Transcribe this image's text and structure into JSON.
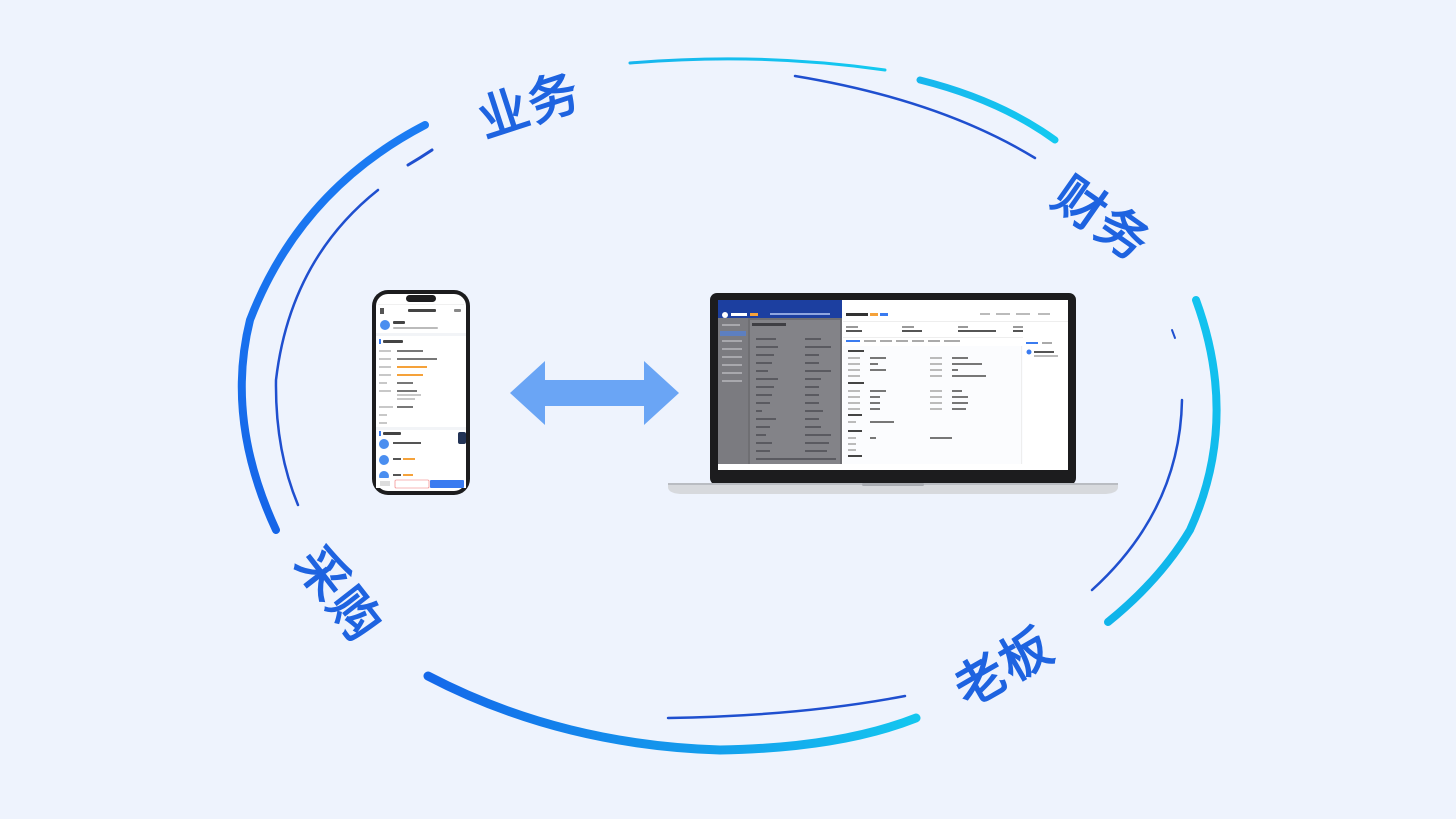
{
  "roles": [
    "业务",
    "财务",
    "采购",
    "老板"
  ],
  "colors": {
    "background": "#eef3fd",
    "ring_dark": "#1f4fcf",
    "ring_blue": "#1574f0",
    "ring_cyan": "#13c3ee",
    "arrow": "#6aa5f5",
    "role_text": "#1e63e0",
    "accent_orange": "#f5a23a"
  },
  "icons": {
    "connector": "double-arrow-icon"
  }
}
